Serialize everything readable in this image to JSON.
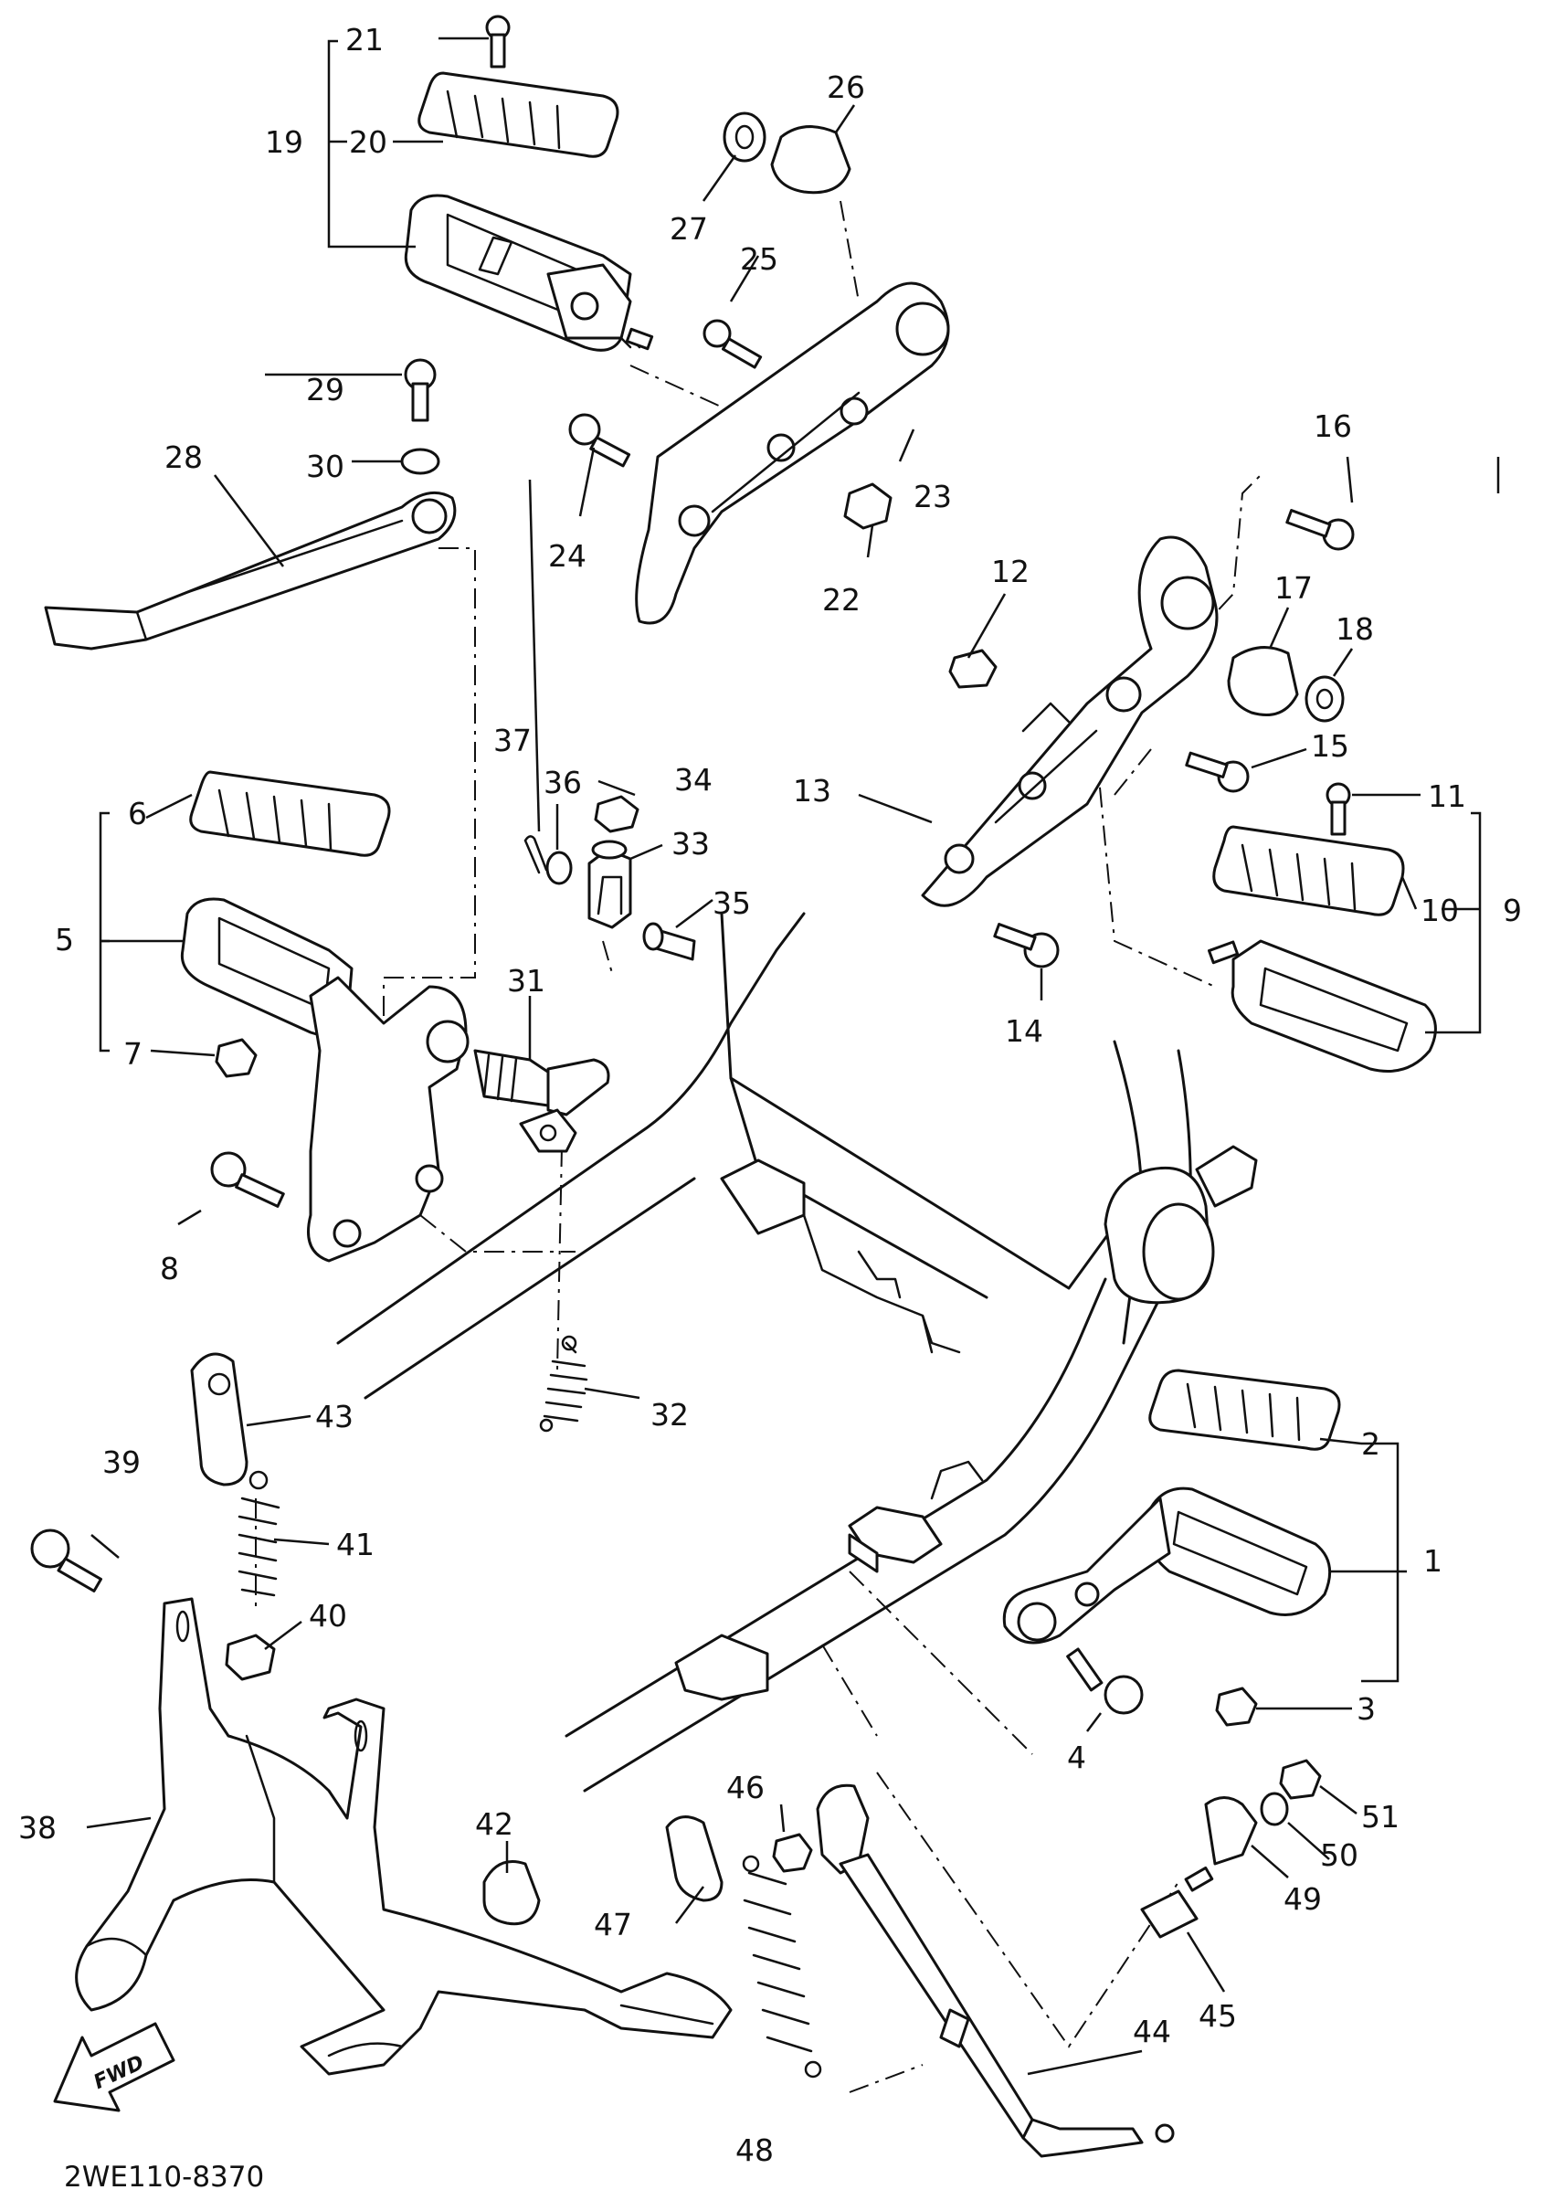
{
  "diagram": {
    "code": "2WE110-8370",
    "fwd_label": "FWD",
    "callouts": {
      "c1": "1",
      "c2": "2",
      "c3": "3",
      "c4": "4",
      "c5": "5",
      "c6": "6",
      "c7": "7",
      "c8": "8",
      "c9": "9",
      "c10": "10",
      "c11": "11",
      "c12": "12",
      "c13": "13",
      "c14": "14",
      "c15": "15",
      "c16": "16",
      "c17": "17",
      "c18": "18",
      "c19": "19",
      "c20": "20",
      "c21": "21",
      "c22": "22",
      "c23": "23",
      "c24": "24",
      "c25": "25",
      "c26": "26",
      "c27": "27",
      "c28": "28",
      "c29": "29",
      "c30": "30",
      "c31": "31",
      "c32": "32",
      "c33": "33",
      "c34": "34",
      "c35": "35",
      "c36": "36",
      "c37": "37",
      "c38": "38",
      "c39": "39",
      "c40": "40",
      "c41": "41",
      "c42": "42",
      "c43": "43",
      "c44": "44",
      "c45": "45",
      "c46": "46",
      "c47": "47",
      "c48": "48",
      "c49": "49",
      "c50": "50",
      "c51": "51"
    }
  }
}
